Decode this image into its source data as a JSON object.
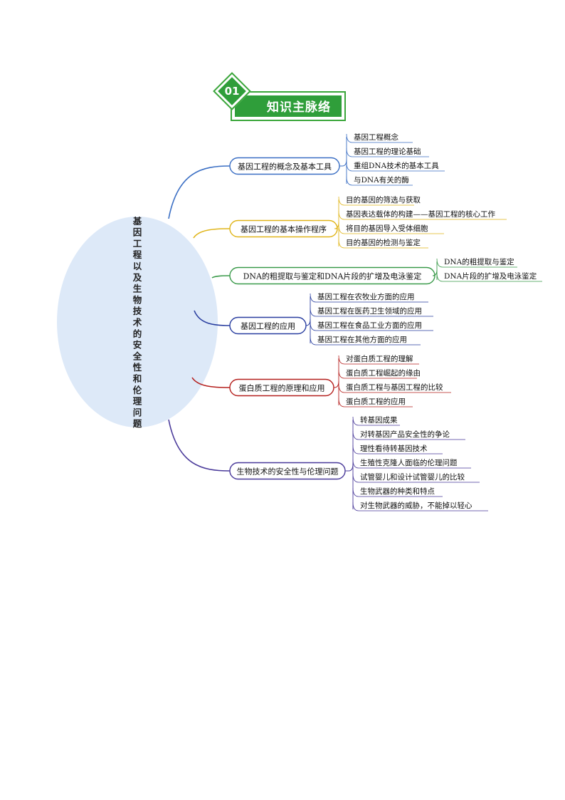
{
  "header": {
    "number": "01",
    "title": "知识主脉络"
  },
  "root": {
    "label": "基因工程以及生物技术的安全性和伦理问题"
  },
  "branches": [
    {
      "label": "基因工程的概念及基本工具",
      "color": "#3b6fc4",
      "children": [
        "基因工程概念",
        "基因工程的理论基础",
        "重组DNA技术的基本工具",
        "与DNA有关的酶"
      ]
    },
    {
      "label": "基因工程的基本操作程序",
      "color": "#e0b51a",
      "children": [
        "目的基因的筛选与获取",
        "基因表达载体的构建——基因工程的核心工作",
        "将目的基因导入受体细胞",
        "目的基因的检测与鉴定"
      ]
    },
    {
      "label": "DNA的粗提取与鉴定和DNA片段的扩增及电泳鉴定",
      "color": "#3a9a4a",
      "children": [
        "DNA的粗提取与鉴定",
        "DNA片段的扩增及电泳鉴定"
      ]
    },
    {
      "label": "基因工程的应用",
      "color": "#2a3fa0",
      "children": [
        "基因工程在农牧业方面的应用",
        "基因工程在医药卫生领域的应用",
        "基因工程在食品工业方面的应用",
        "基因工程在其他方面的应用"
      ]
    },
    {
      "label": "蛋白质工程的原理和应用",
      "color": "#b5201e",
      "children": [
        "对蛋白质工程的理解",
        "蛋白质工程崛起的缘由",
        "蛋白质工程与基因工程的比较",
        "蛋白质工程的应用"
      ]
    },
    {
      "label": "生物技术的安全性与伦理问题",
      "color": "#4a3a9a",
      "children": [
        "转基因成果",
        "对转基因产品安全性的争论",
        "理性看待转基因技术",
        "生殖性克隆人面临的伦理问题",
        "试管婴儿和设计试管婴儿的比较",
        "生物武器的种类和特点",
        "对生物武器的威胁，不能掉以轻心"
      ]
    }
  ]
}
